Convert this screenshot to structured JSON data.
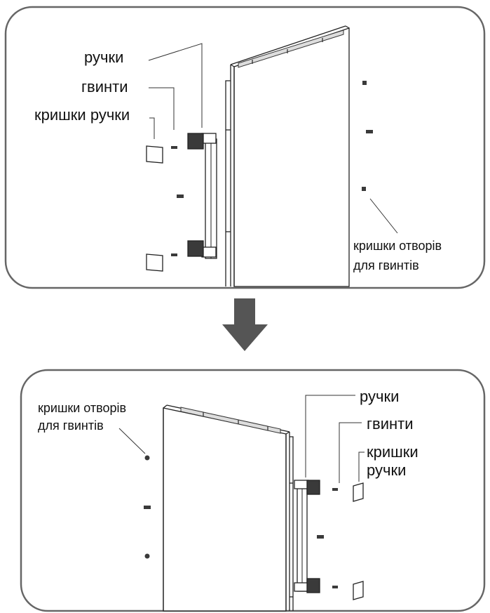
{
  "top_panel": {
    "labels": {
      "handles": "ручки",
      "screws": "гвинти",
      "handle_covers": "кришки ручки",
      "screw_hole_covers_line1": "кришки отворів",
      "screw_hole_covers_line2": "для гвинтів"
    }
  },
  "bottom_panel": {
    "labels": {
      "screw_hole_covers_line1": "кришки отворів",
      "screw_hole_covers_line2": "для гвинтів",
      "handles": "ручки",
      "screws": "гвинти",
      "handle_covers_line1": "кришки",
      "handle_covers_line2": "ручки"
    }
  },
  "colors": {
    "frame": "#666666",
    "line": "#222222",
    "arrow": "#555555",
    "part": "#3a3a3a"
  },
  "icons": {
    "transition_arrow": "down-arrow-icon"
  }
}
